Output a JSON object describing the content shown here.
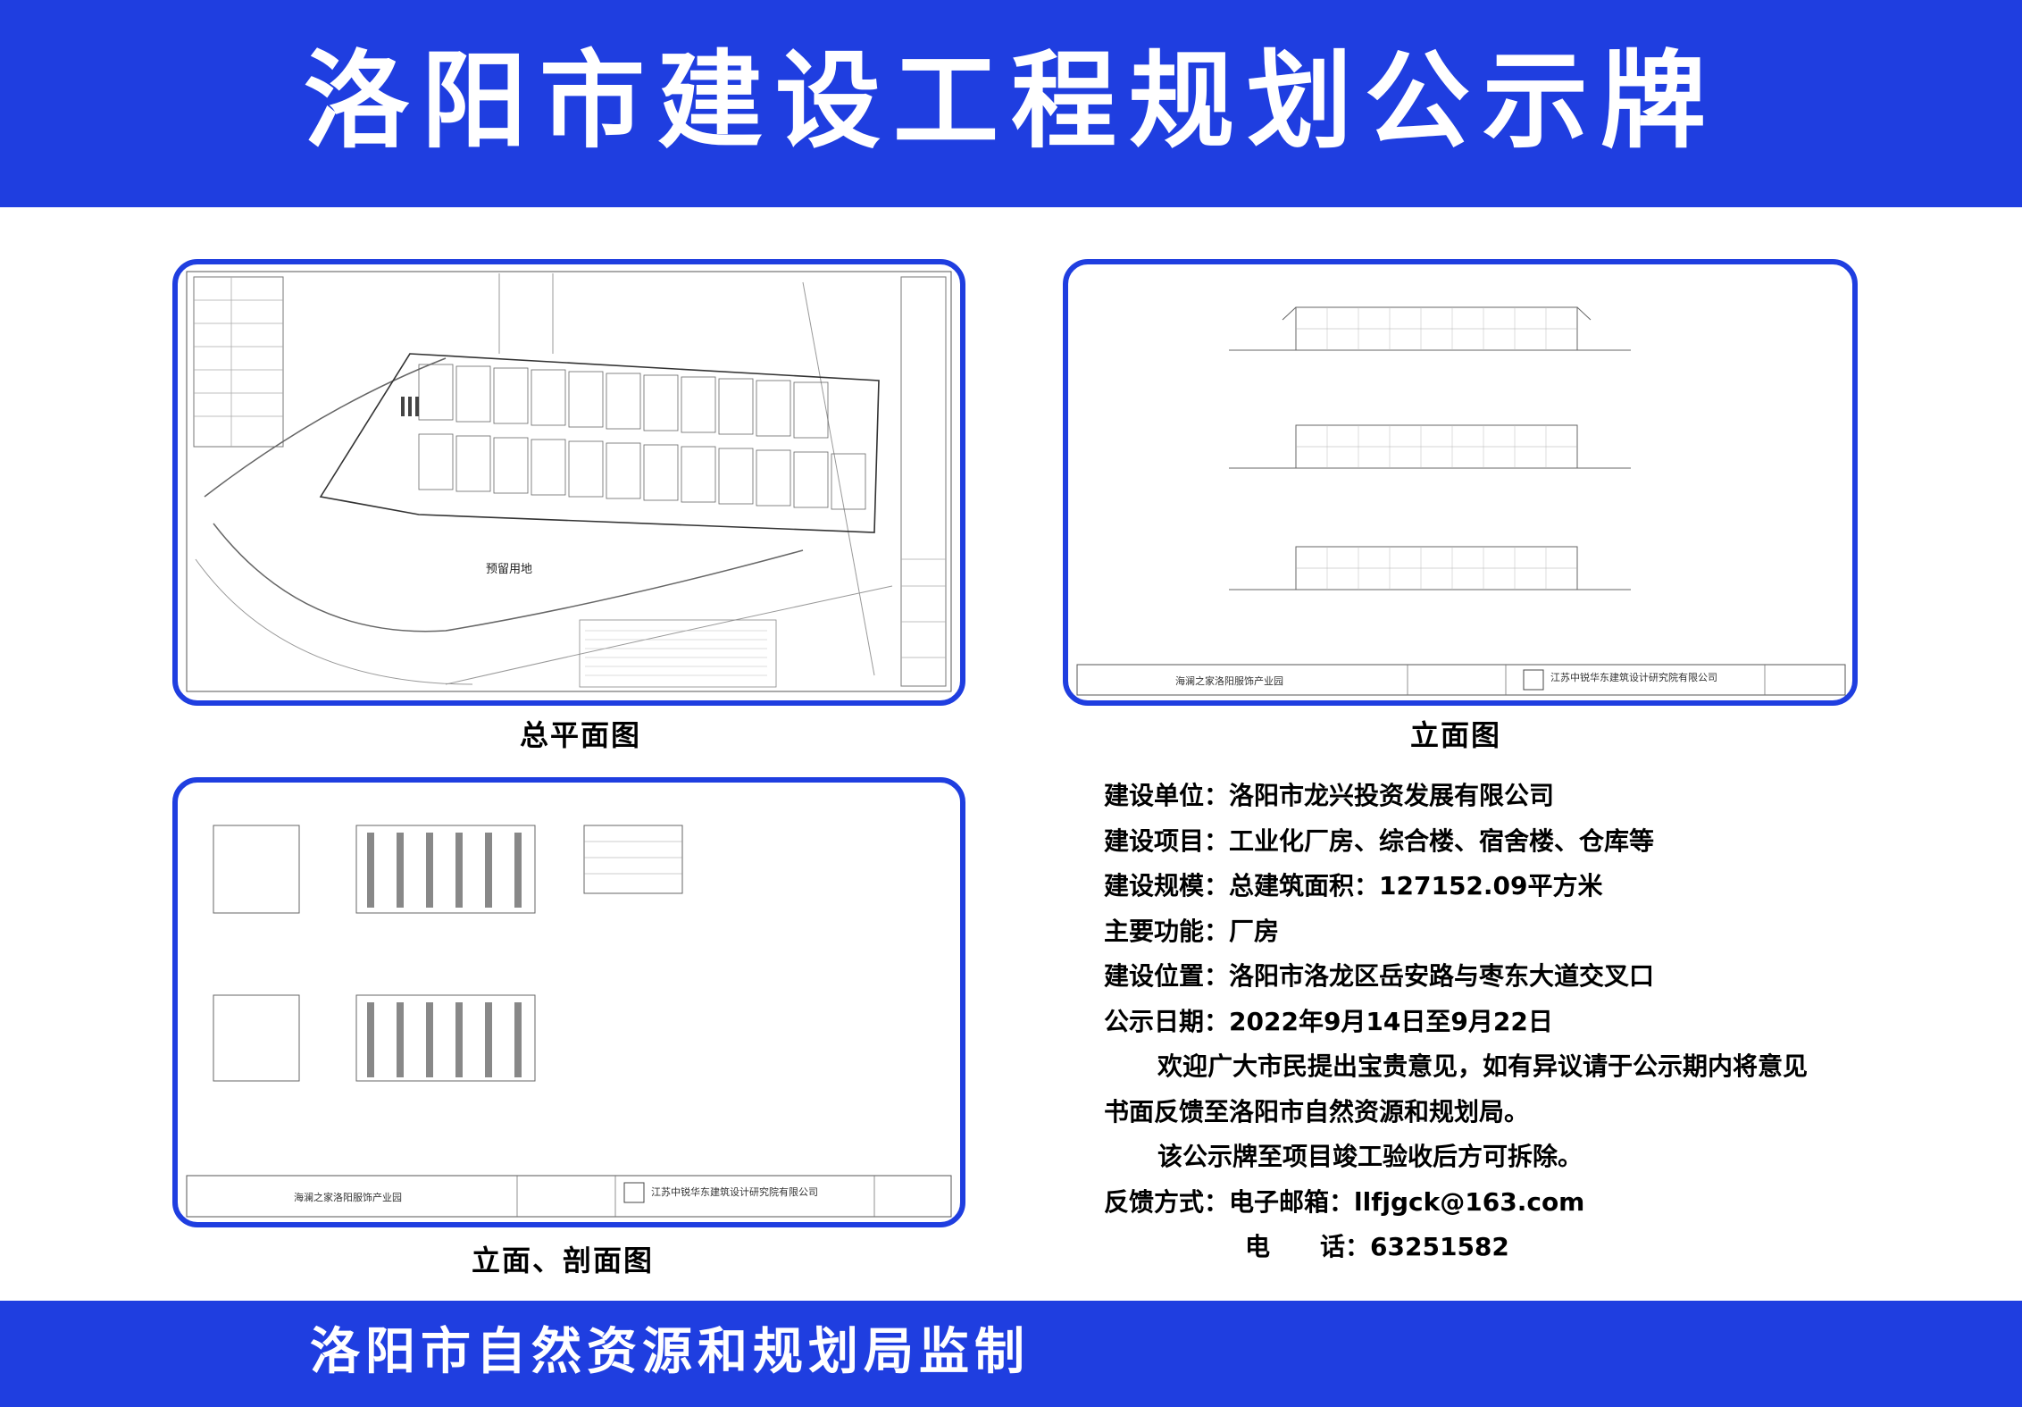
{
  "header": {
    "title": "洛阳市建设工程规划公示牌"
  },
  "footer": {
    "title": "洛阳市自然资源和规划局监制"
  },
  "panels": {
    "site_plan": {
      "caption": "总平面图",
      "reserved_land_label": "预留用地"
    },
    "elevation": {
      "caption": "立面图",
      "project_name": "海澜之家洛阳服饰产业园",
      "designer": "江苏中锐华东建筑设计研究院有限公司"
    },
    "elevation_section": {
      "caption": "立面、剖面图",
      "project_name": "海澜之家洛阳服饰产业园",
      "designer": "江苏中锐华东建筑设计研究院有限公司"
    }
  },
  "info": {
    "unit_label": "建设单位：",
    "unit_value": "洛阳市龙兴投资发展有限公司",
    "project_label": "建设项目：",
    "project_value": "工业化厂房、综合楼、宿舍楼、仓库等",
    "scale_label": "建设规模：",
    "scale_value": "总建筑面积：127152.09平方米",
    "function_label": "主要功能：",
    "function_value": "厂房",
    "location_label": "建设位置：",
    "location_value": "洛阳市洛龙区岳安路与枣东大道交叉口",
    "date_label": "公示日期：",
    "date_value": "2022年9月14日至9月22日",
    "notice_line1": "欢迎广大市民提出宝贵意见，如有异议请于公示期内将意见",
    "notice_line2": "书面反馈至洛阳市自然资源和规划局。",
    "notice_line3": "该公示牌至项目竣工验收后方可拆除。",
    "feedback_label": "反馈方式：",
    "email_label": "电子邮箱：",
    "email_value": "llfjgck@163.com",
    "phone_label_a": "电",
    "phone_label_b": "话：",
    "phone_value": "63251582"
  },
  "colors": {
    "brand_blue": "#1f3ee0",
    "white": "#ffffff",
    "text": "#000000"
  }
}
